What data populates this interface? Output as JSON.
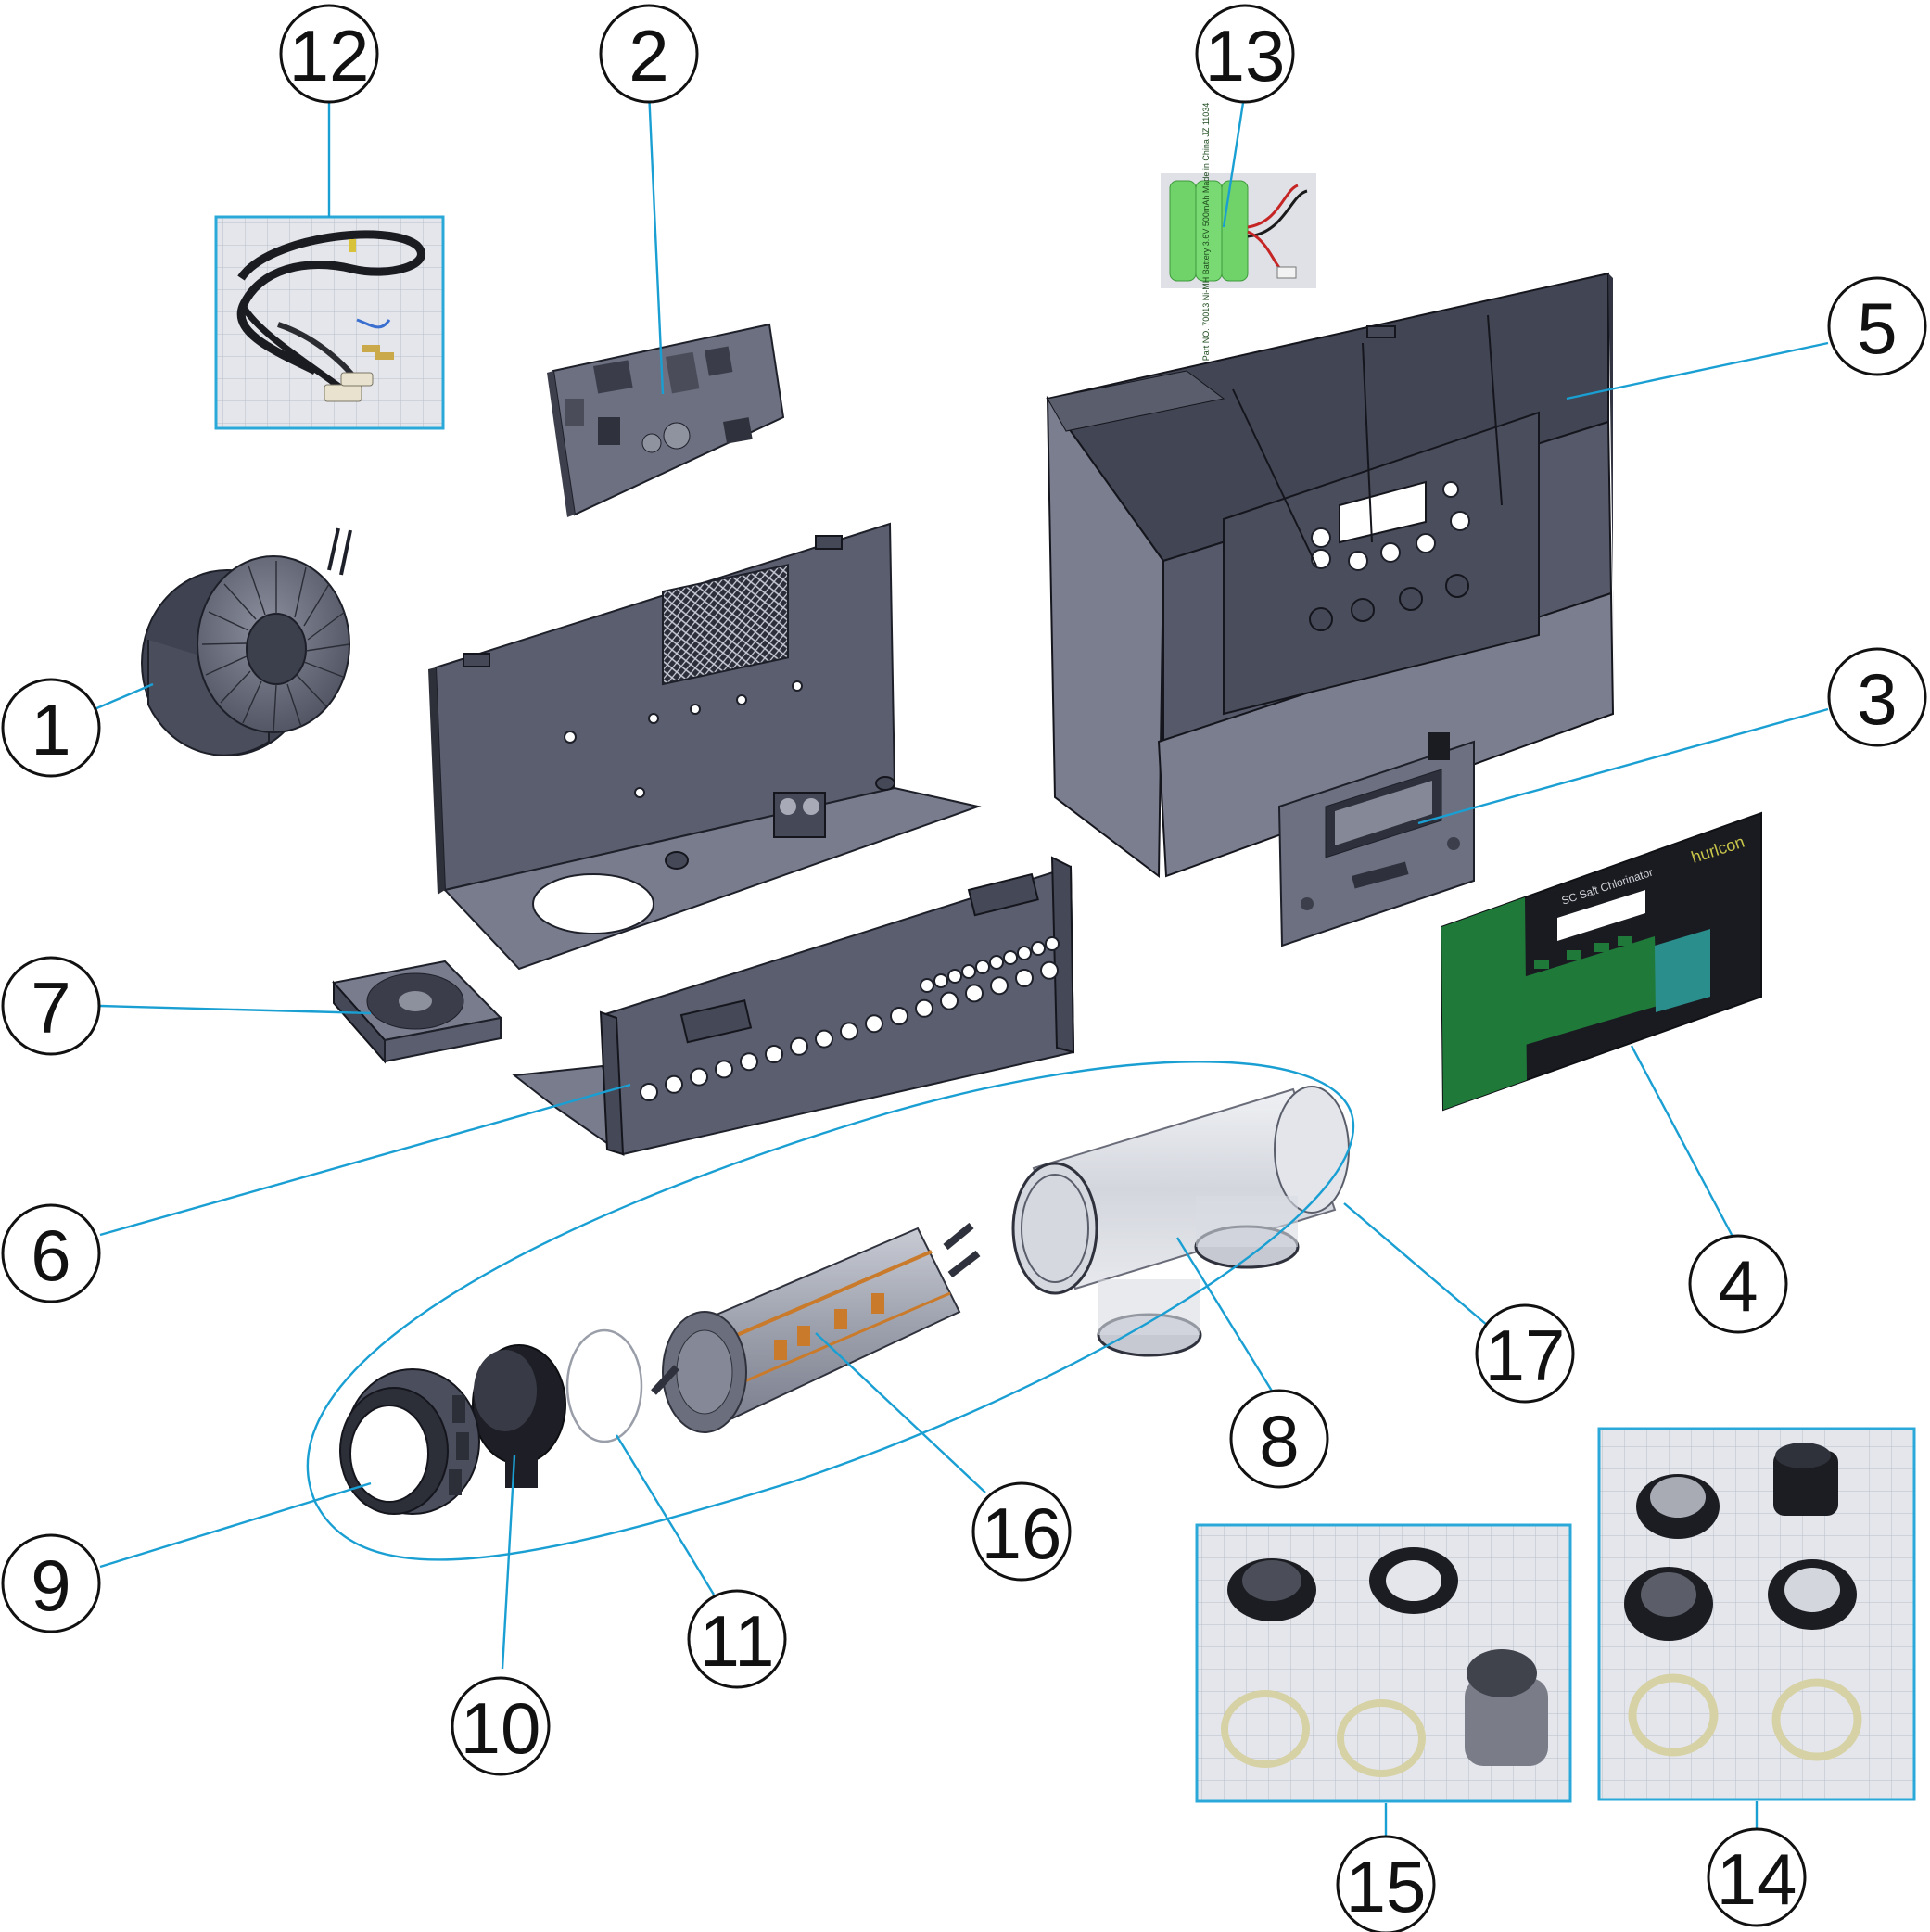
{
  "callouts": [
    {
      "id": "1",
      "label": "1"
    },
    {
      "id": "2",
      "label": "2"
    },
    {
      "id": "3",
      "label": "3"
    },
    {
      "id": "4",
      "label": "4"
    },
    {
      "id": "5",
      "label": "5"
    },
    {
      "id": "6",
      "label": "6"
    },
    {
      "id": "7",
      "label": "7"
    },
    {
      "id": "8",
      "label": "8"
    },
    {
      "id": "9",
      "label": "9"
    },
    {
      "id": "10",
      "label": "10"
    },
    {
      "id": "11",
      "label": "11"
    },
    {
      "id": "12",
      "label": "12"
    },
    {
      "id": "13",
      "label": "13"
    },
    {
      "id": "14",
      "label": "14"
    },
    {
      "id": "15",
      "label": "15"
    },
    {
      "id": "16",
      "label": "16"
    },
    {
      "id": "17",
      "label": "17"
    }
  ],
  "colors": {
    "leader": "#1a9fd3",
    "frame": "#2aa9d9",
    "metal": "#5b5e6e",
    "battery": "#6fd36a",
    "panel_green": "#1f7a3a",
    "panel_teal": "#2a8f8c",
    "copper": "#c97a2a"
  },
  "battery_label": "Part NO. 70013 Ni-MH Battery 3.6V 500mAh Made in China JZ 11034",
  "panel_brand": "hurlcon",
  "panel_title": "SC Salt Chlorinator"
}
